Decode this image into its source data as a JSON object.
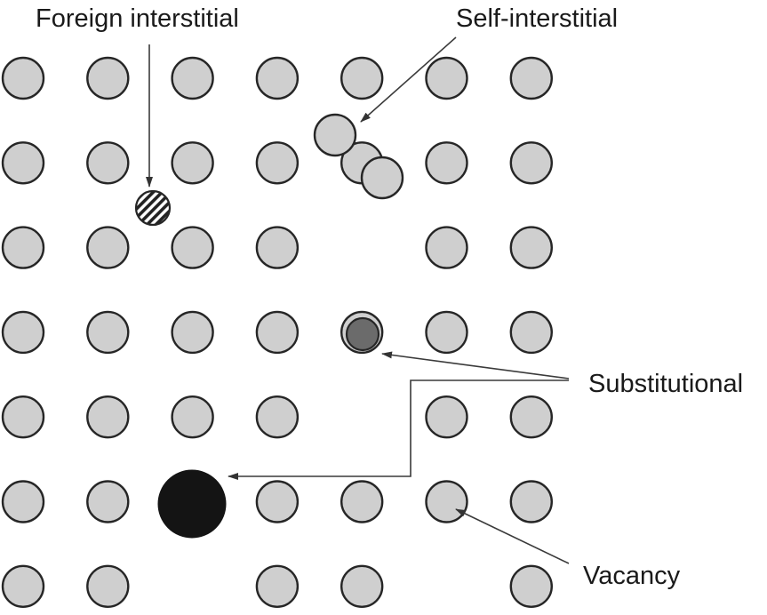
{
  "labels": {
    "foreign_interstitial": "Foreign interstitial",
    "self_interstitial": "Self-interstitial",
    "substitutional": "Substitutional",
    "vacancy": "Vacancy"
  },
  "lattice": {
    "columns": 7,
    "rows": 7,
    "vacancy_site": {
      "row": 6,
      "col": 5
    },
    "self_interstitial_displaced_site": {
      "row": 2,
      "col": 4
    },
    "small_substitutional_site": {
      "row": 4,
      "col": 4
    },
    "large_substitutional_site": {
      "row": 6,
      "col": 2
    }
  },
  "colors": {
    "host_atom": "#cfcfcf",
    "outline": "#262626",
    "small_substitutional": "#6b6b6b",
    "large_substitutional": "#141414",
    "foreign_interstitial_hatch": "#222222",
    "leader_line": "#3a3a3a"
  }
}
